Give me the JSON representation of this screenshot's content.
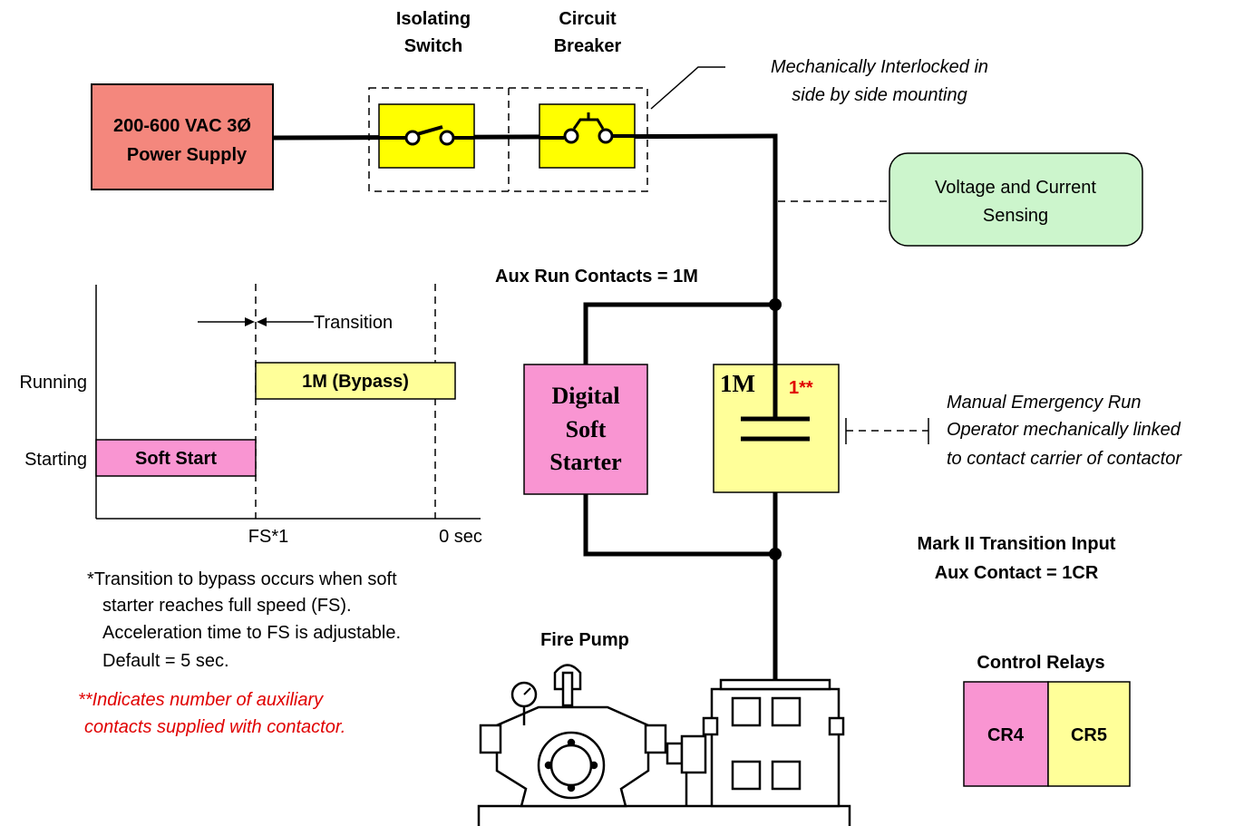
{
  "power_supply": {
    "line1": "200-600 VAC 3Ø",
    "line2": "Power Supply"
  },
  "isolating_switch": {
    "line1": "Isolating",
    "line2": "Switch"
  },
  "circuit_breaker": {
    "line1": "Circuit",
    "line2": "Breaker"
  },
  "interlock_note": {
    "line1": "Mechanically Interlocked in",
    "line2": "side by side mounting"
  },
  "sensing": {
    "line1": "Voltage and Current",
    "line2": "Sensing"
  },
  "aux_run_contacts": "Aux Run Contacts = 1M",
  "soft_starter": {
    "line1": "Digital",
    "line2": "Soft",
    "line3": "Starter"
  },
  "contactor": {
    "label": "1M",
    "aux_count": "1**"
  },
  "manual_run_note": {
    "line1": "Manual Emergency Run",
    "line2": "Operator mechanically linked",
    "line3": "to contact carrier of contactor"
  },
  "mark2": {
    "line1": "Mark II Transition Input",
    "line2": "Aux Contact = 1CR"
  },
  "fire_pump_label": "Fire Pump",
  "control_relays": {
    "title": "Control Relays",
    "relay1": "CR4",
    "relay2": "CR5"
  },
  "timing": {
    "transition_label": "Transition",
    "row_running": "Running",
    "row_starting": "Starting",
    "bar_running": "1M (Bypass)",
    "bar_starting": "Soft Start",
    "tick_fs": "FS*1",
    "tick_end": "0 sec"
  },
  "footnote1": {
    "line1": "*Transition to bypass occurs when soft",
    "line2": "starter reaches full speed (FS).",
    "line3": "Acceleration time to FS is adjustable.",
    "line4": "Default = 5 sec."
  },
  "footnote2": {
    "line1": "**Indicates number of auxiliary",
    "line2": "contacts supplied with contactor."
  },
  "colors": {
    "power_supply_fill": "#f4877d",
    "switch_fill": "#ffff00",
    "sensing_fill": "#ccf5cc",
    "soft_starter_fill": "#f995d2",
    "contactor_fill": "#ffff99",
    "relay_pink": "#f995d2",
    "relay_yellow": "#ffff99"
  }
}
